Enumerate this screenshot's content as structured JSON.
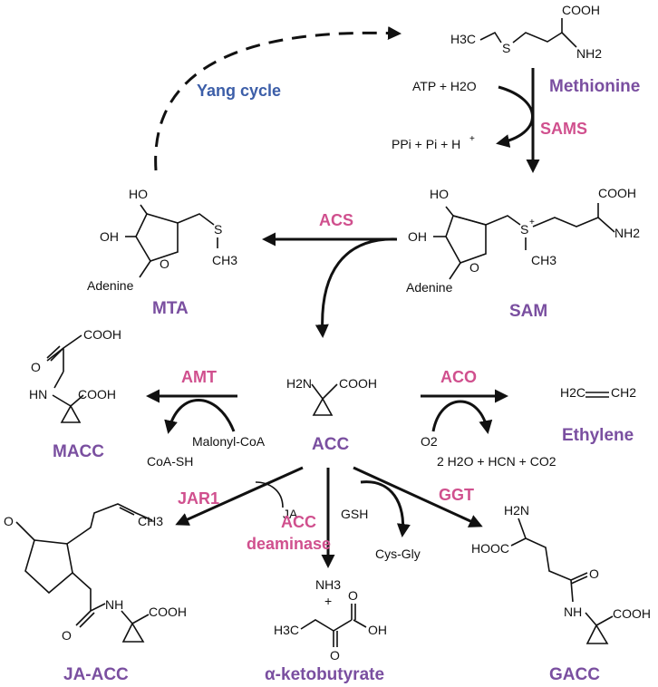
{
  "labels": {
    "yang_cycle": "Yang cycle",
    "methionine": "Methionine",
    "sams": "SAMS",
    "sam": "SAM",
    "mta": "MTA",
    "acs": "ACS",
    "acc": "ACC",
    "amt": "AMT",
    "aco": "ACO",
    "macc": "MACC",
    "ethylene": "Ethylene",
    "jar1": "JAR1",
    "acc_deaminase_1": "ACC",
    "acc_deaminase_2": "deaminase",
    "ggt": "GGT",
    "ja_acc": "JA-ACC",
    "ketobutyrate": "α-ketobutyrate",
    "gacc": "GACC"
  },
  "cofactors": {
    "atp_h2o": "ATP + H2O",
    "ppi": "PPi + Pi + H",
    "ppi_sup": "+",
    "malonyl_coa": "Malonyl-CoA",
    "coa_sh": "CoA-SH",
    "o2": "O2",
    "products": "2 H2O + HCN + CO2",
    "ja": "JA",
    "gsh": "GSH",
    "cys_gly": "Cys-Gly",
    "nh3": "NH3",
    "plus": "+"
  },
  "atoms": {
    "cooh": "COOH",
    "nh2": "NH2",
    "h3c": "H3C",
    "s": "S",
    "s_plus": "+",
    "ch3": "CH3",
    "ho": "HO",
    "oh": "OH",
    "o": "O",
    "adenine": "Adenine",
    "h2n": "H2N",
    "hn": "HN",
    "nh": "NH",
    "hooc": "HOOC",
    "h2c_eth": "H2C",
    "ch2_eth": "CH2"
  },
  "colors": {
    "compound": "#7a4fa0",
    "enzyme": "#d0508e",
    "yang_cycle": "#3c5ea8",
    "ink": "#111111"
  }
}
